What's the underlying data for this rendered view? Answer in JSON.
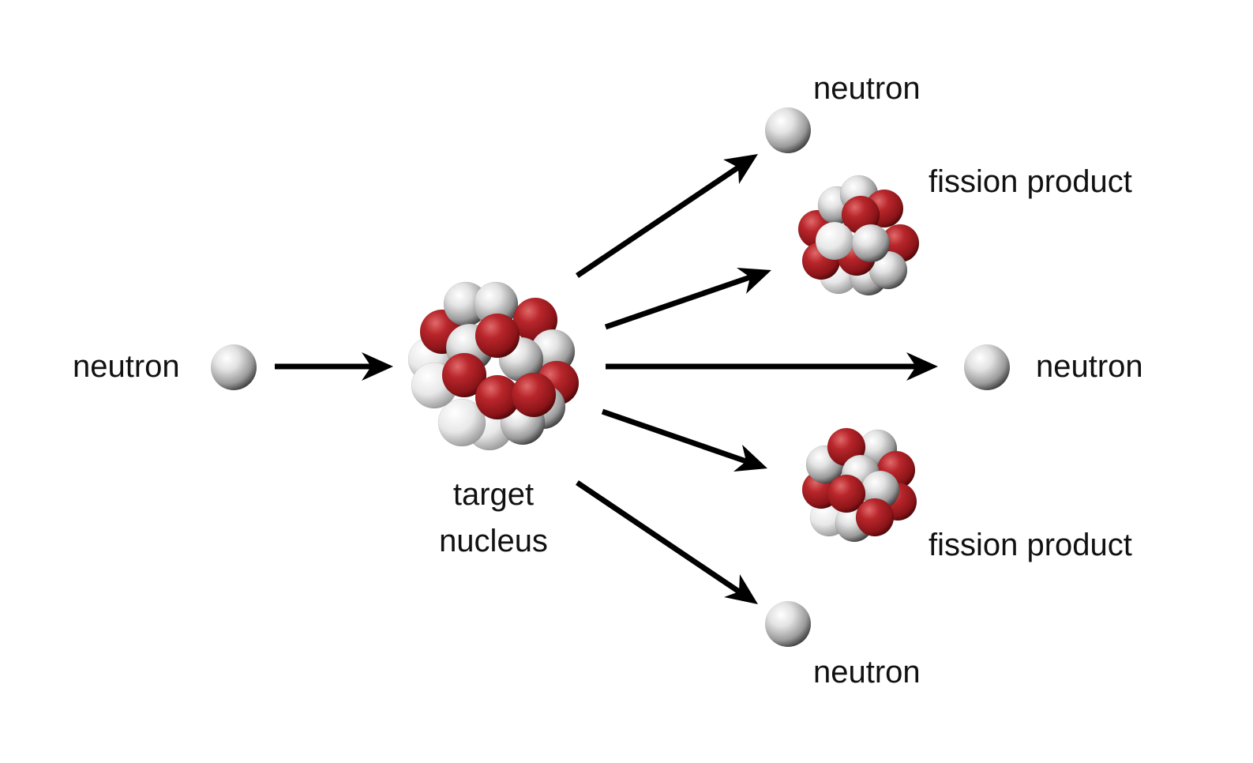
{
  "labels": {
    "incoming_neutron": "neutron",
    "target_nucleus_line1": "target",
    "target_nucleus_line2": "nucleus",
    "neutron_top": "neutron",
    "fission_product_top": "fission product",
    "neutron_right": "neutron",
    "fission_product_bottom": "fission product",
    "neutron_bottom": "neutron"
  },
  "colors": {
    "proton": "#a51c22",
    "neutron": "#c9c9c9",
    "arrow": "#000000",
    "text": "#111111"
  },
  "icons": {
    "neutron": "gray-sphere",
    "proton": "red-sphere",
    "arrow": "arrow-right"
  }
}
